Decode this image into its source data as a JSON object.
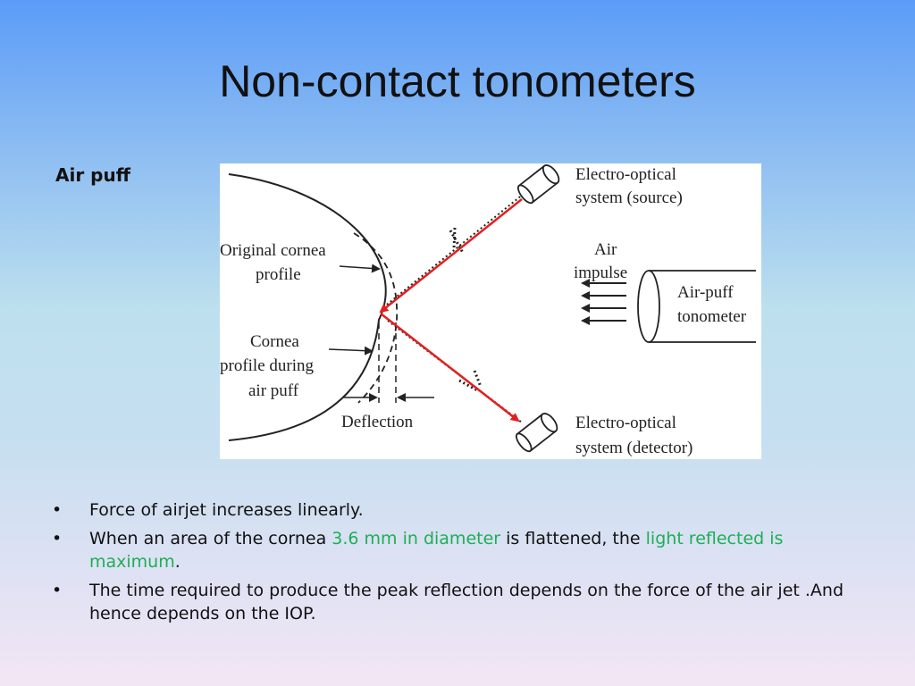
{
  "slide": {
    "title": "Non-contact tonometers",
    "subhead": "Air puff"
  },
  "diagram": {
    "labels": {
      "original_line1": "Original cornea",
      "original_line2": "profile",
      "during_line1": "Cornea",
      "during_line2": "profile during",
      "during_line3": "air puff",
      "deflection": "Deflection",
      "source_line1": "Electro-optical",
      "source_line2": "system (source)",
      "air_line1": "Air",
      "air_line2": "impulse",
      "tonometer_line1": "Air-puff",
      "tonometer_line2": "tonometer",
      "detector_line1": "Electro-optical",
      "detector_line2": "system (detector)"
    },
    "colors": {
      "beam": "#e02020",
      "ink": "#222222"
    }
  },
  "bullets": {
    "b1": {
      "text": "Force of airjet increases linearly."
    },
    "b2": {
      "part1": "When an area of the cornea ",
      "hl1": "3.6 mm in diameter",
      "part2": " is flattened, the ",
      "hl2": "light reflected is maximum",
      "part3": "."
    },
    "b3": {
      "text": "The time required to produce the peak reflection depends on the force of the air jet .And hence depends on the IOP."
    },
    "bullet_char": "•",
    "highlight_color": "#1fae55"
  }
}
